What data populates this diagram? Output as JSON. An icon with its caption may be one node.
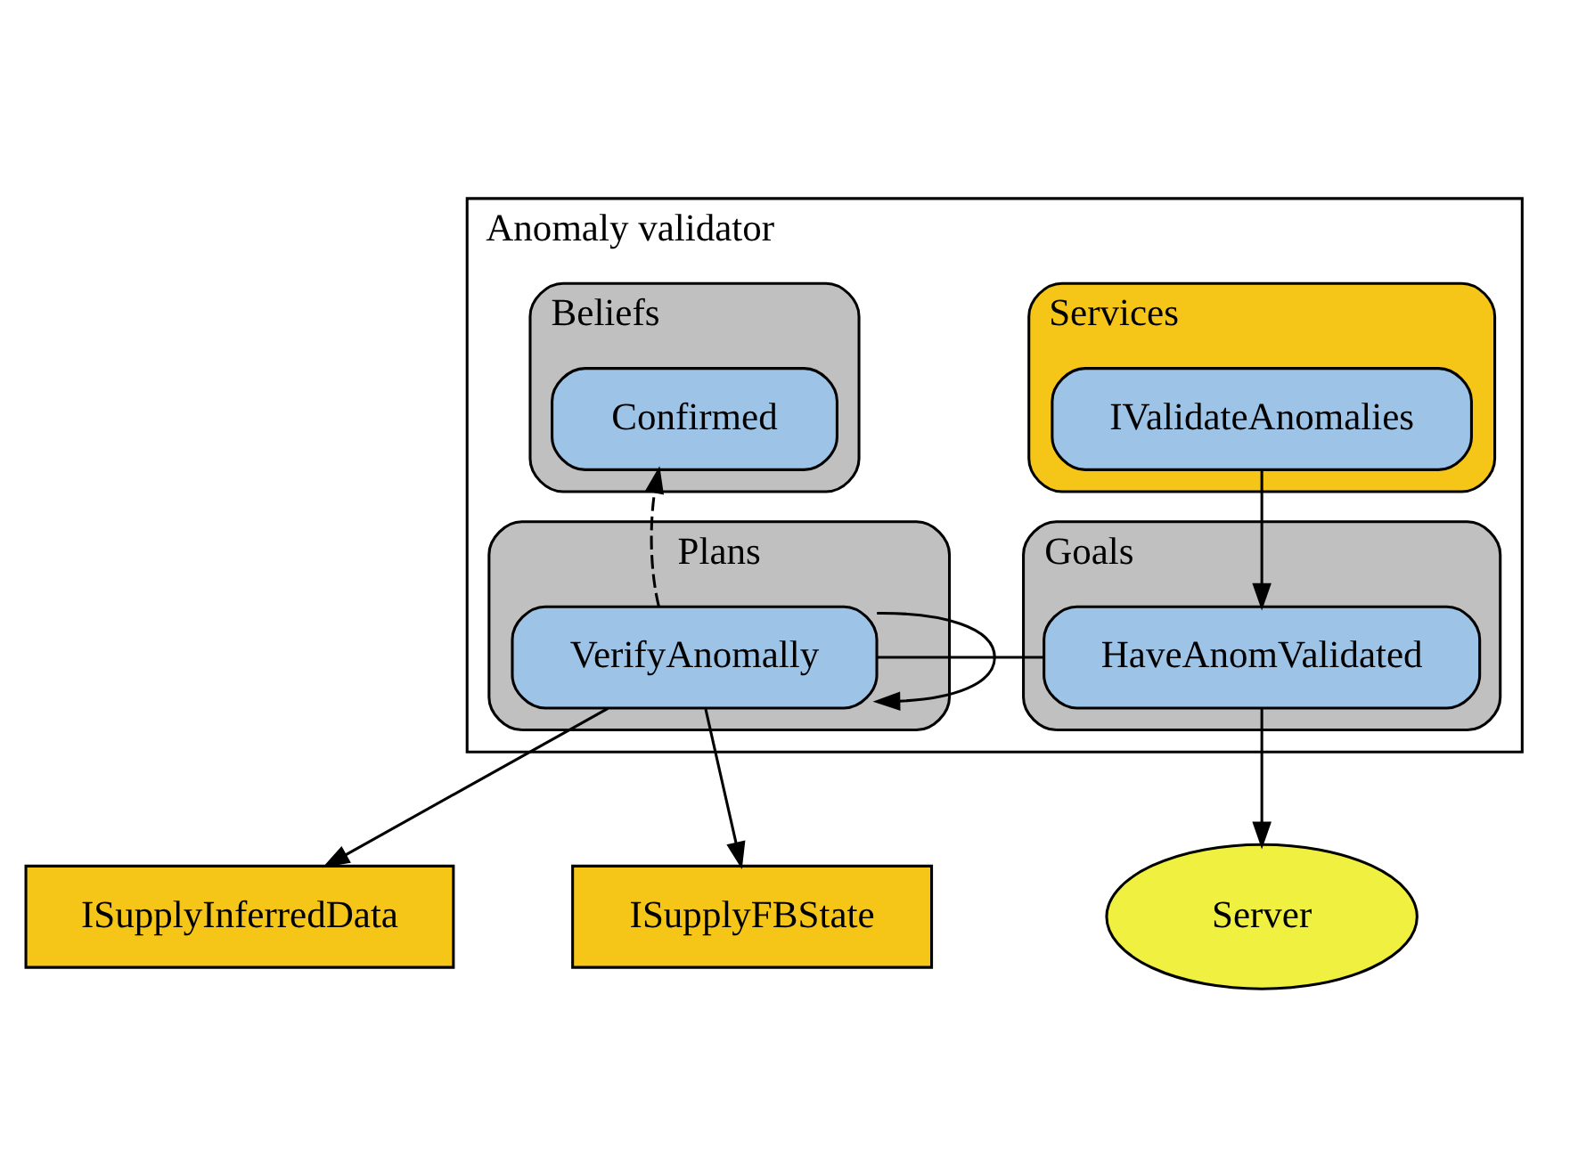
{
  "diagram": {
    "nodes": [
      {
        "text": [
          "Anomaly validator"
        ]
      },
      {
        "text": [
          "Beliefs"
        ],
        "in": 0
      },
      {
        "text": [
          "Confirmed"
        ],
        "in": 1
      },
      {
        "text": [
          "Services"
        ],
        "in": 0
      },
      {
        "text": [
          "IValidateAnomalies"
        ],
        "in": 3
      },
      {
        "text": [
          "Plans"
        ],
        "in": 0
      },
      {
        "text": [
          "VerifyAnomally"
        ],
        "in": 5
      },
      {
        "text": [
          "Goals"
        ],
        "in": 0
      },
      {
        "text": [
          "HaveAnomValidated"
        ],
        "in": 7
      },
      {
        "text": [
          "Server"
        ]
      },
      {
        "text": [
          "ISupplyInferredData"
        ]
      },
      {
        "text": [
          "ISupplyFBState"
        ]
      }
    ],
    "edges": [
      {
        "from": 6,
        "to": 6,
        "arrow": "to"
      },
      {
        "from": 6,
        "to": 2,
        "arrow": "to",
        "style": "dashed"
      },
      {
        "from": 4,
        "to": 8,
        "arrow": "to"
      },
      {
        "from": 6,
        "to": 8,
        "arrow": "none"
      },
      {
        "from": 8,
        "to": 9,
        "arrow": "to"
      },
      {
        "from": 6,
        "to": 10,
        "arrow": "to"
      },
      {
        "from": 6,
        "to": 11,
        "arrow": "to"
      }
    ]
  }
}
